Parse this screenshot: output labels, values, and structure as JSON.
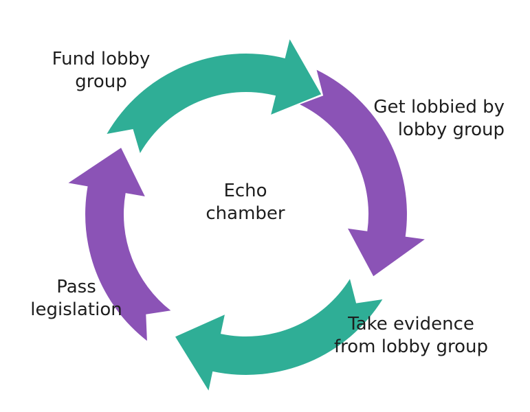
{
  "center": {
    "line1": "Echo",
    "line2": "chamber"
  },
  "steps": [
    {
      "id": "fund",
      "line1": "Fund lobby",
      "line2": "group",
      "color": "#2fae96"
    },
    {
      "id": "lobbied",
      "line1": "Get lobbied by",
      "line2": "lobby group",
      "color": "#8b53b6"
    },
    {
      "id": "evidence",
      "line1": "Take evidence",
      "line2": "from lobby group",
      "color": "#2fae96"
    },
    {
      "id": "pass",
      "line1": "Pass",
      "line2": "legislation",
      "color": "#8b53b6"
    }
  ]
}
